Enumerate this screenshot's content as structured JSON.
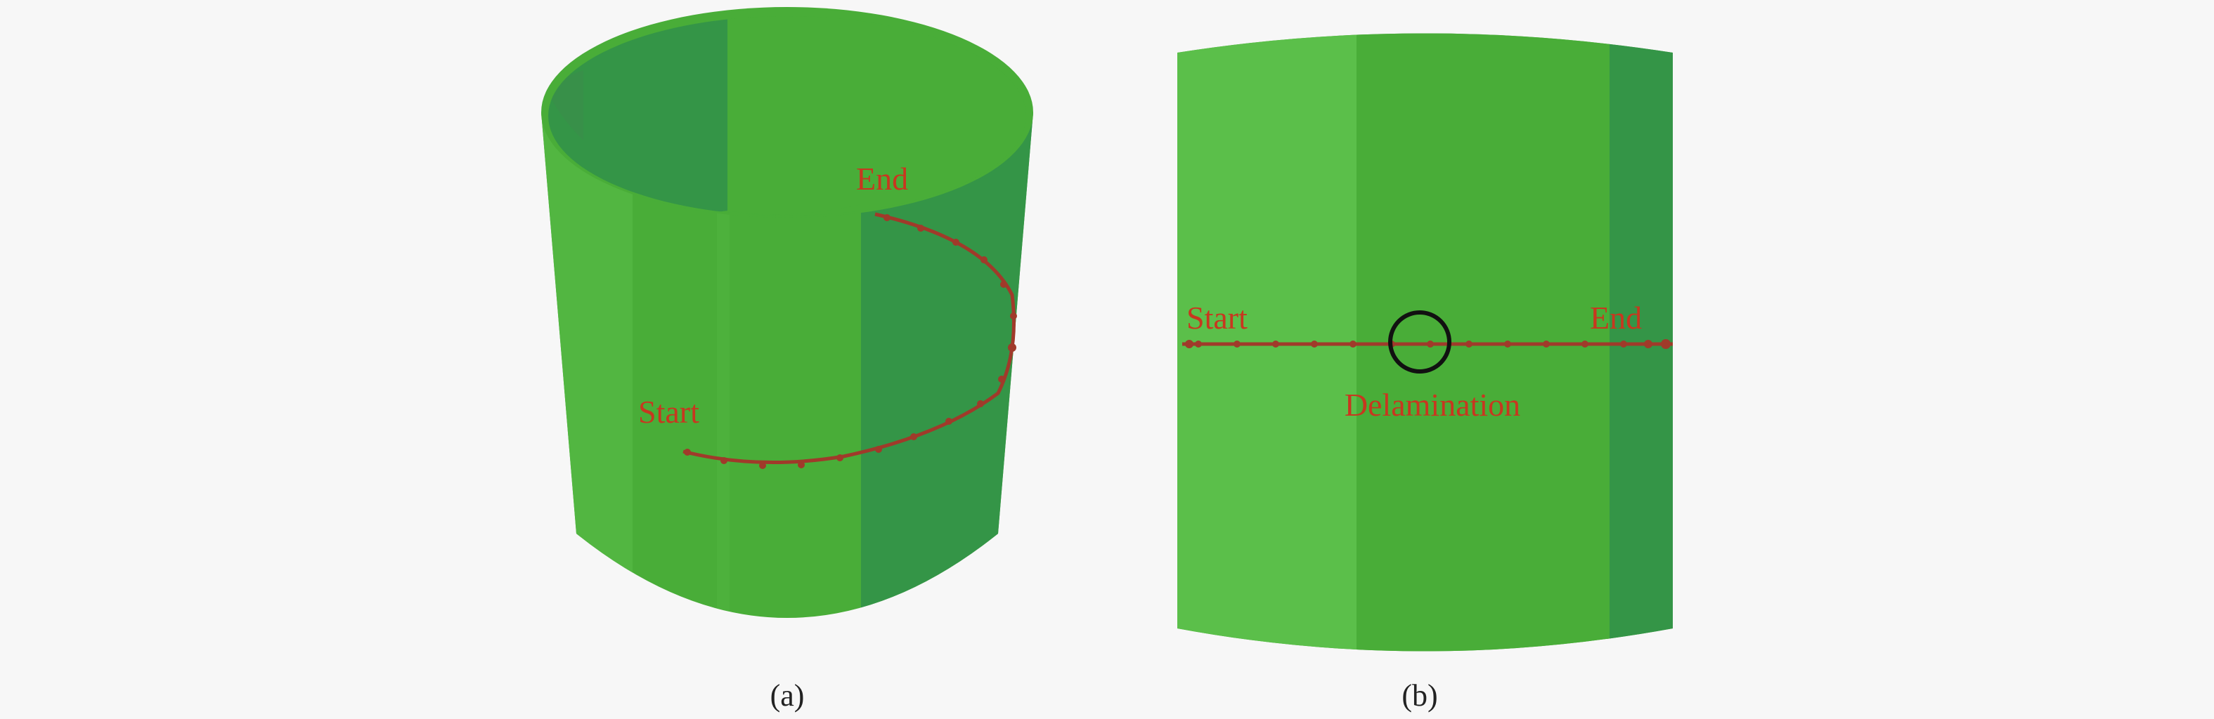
{
  "panel_a": {
    "caption": "(a)",
    "label_start": "Start",
    "label_end": "End"
  },
  "panel_b": {
    "caption": "(b)",
    "label_start": "Start",
    "label_end": "End",
    "label_defect": "Delamination"
  },
  "colors": {
    "background": "#f7f7f7",
    "cylinder_light": "#5bbf4a",
    "cylinder_mid": "#49ad38",
    "cylinder_dark": "#349547",
    "path": "#a03a2a",
    "label": "#c8371f",
    "defect_marker": "#111111"
  }
}
